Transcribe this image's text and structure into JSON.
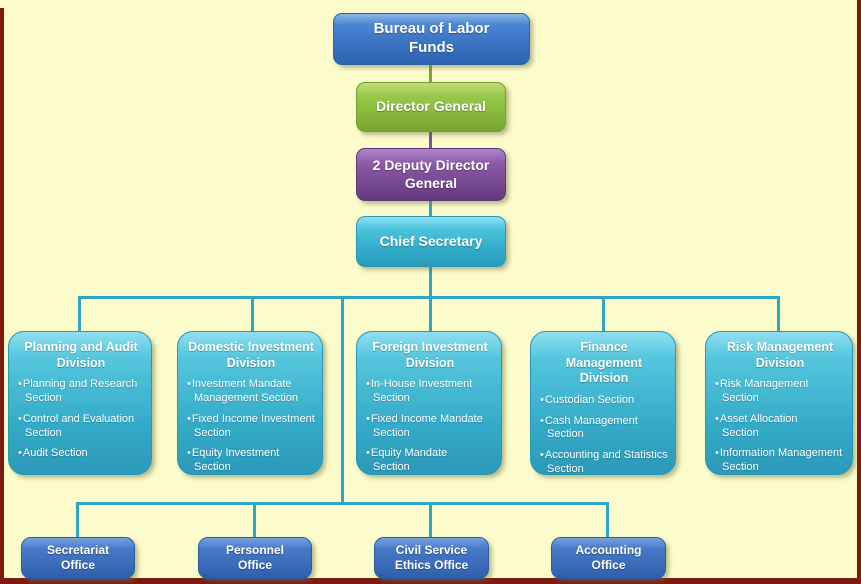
{
  "title": "Bureau of Labor Funds organization chart",
  "palette": {
    "background": "#FBFBCB",
    "frame": "#7C1B10",
    "bureau_blue": "#3A72C2",
    "director_green": "#86B83A",
    "deputy_purple": "#74478F",
    "secretary_teal": "#30A9C8",
    "division_teal": "#34ABC9",
    "office_blue": "#3A6CBA",
    "connector_teal": "#2EA7C7",
    "connector_green": "#85A13D",
    "connector_purple": "#7B549C",
    "text": "#FFFFFF"
  },
  "nodes": {
    "bureau": {
      "label": "Bureau of Labor\nFunds"
    },
    "director": {
      "label": "Director General"
    },
    "deputy": {
      "label": "2 Deputy Director\nGeneral"
    },
    "chief": {
      "label": "Chief Secretary"
    }
  },
  "divisions": [
    {
      "title": "Planning and Audit\nDivision",
      "items": [
        "Planning and Research\nSection",
        "Control and Evaluation\nSection",
        "Audit Section"
      ]
    },
    {
      "title": "Domestic Investment\nDivision",
      "items": [
        "Investment Mandate\nManagement Section",
        "Fixed Income Investment\nSection",
        "Equity Investment\nSection"
      ]
    },
    {
      "title": "Foreign Investment\nDivision",
      "items": [
        "In-House Investment\nSection",
        "Fixed Income Mandate\nSection",
        "Equity Mandate\nSection"
      ]
    },
    {
      "title": "Finance\nManagement\nDivision",
      "items": [
        "Custodian Section",
        "Cash Management\nSection",
        "Accounting and Statistics\nSection"
      ]
    },
    {
      "title": "Risk Management\nDivision",
      "items": [
        "Risk Management\nSection",
        "Asset Allocation\nSection",
        "Information Management\nSection"
      ]
    }
  ],
  "offices": [
    {
      "label": "Secretariat\nOffice"
    },
    {
      "label": "Personnel\nOffice"
    },
    {
      "label": "Civil Service\nEthics Office"
    },
    {
      "label": "Accounting\nOffice"
    }
  ]
}
